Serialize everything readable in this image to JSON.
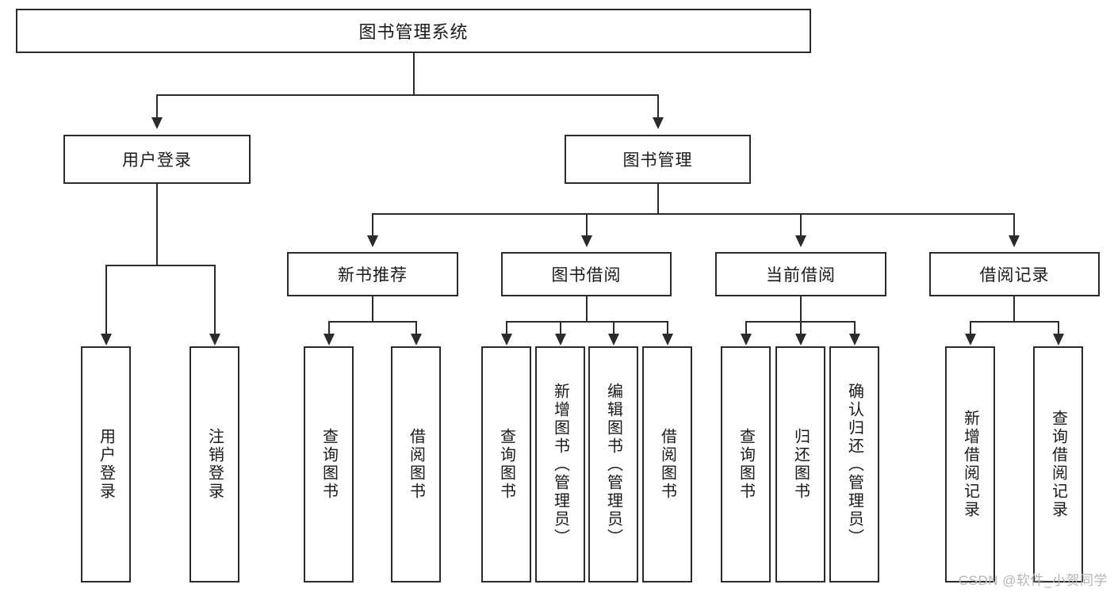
{
  "diagram": {
    "title": "图书管理系统",
    "root": {
      "label": "图书管理系统"
    },
    "level2": [
      {
        "label": "用户登录"
      },
      {
        "label": "图书管理"
      }
    ],
    "level3": [
      {
        "label": "新书推荐"
      },
      {
        "label": "图书借阅"
      },
      {
        "label": "当前借阅"
      },
      {
        "label": "借阅记录"
      }
    ],
    "leaves": {
      "user_login": [
        {
          "label": "用户登录"
        },
        {
          "label": "注销登录"
        }
      ],
      "new_book_recommend": [
        {
          "label": "查询图书"
        },
        {
          "label": "借阅图书"
        }
      ],
      "book_borrow": [
        {
          "label": "查询图书"
        },
        {
          "label": "新增图书（管理员）"
        },
        {
          "label": "编辑图书（管理员）"
        },
        {
          "label": "借阅图书"
        }
      ],
      "current_borrow": [
        {
          "label": "查询图书"
        },
        {
          "label": "归还图书"
        },
        {
          "label": "确认归还（管理员）"
        }
      ],
      "borrow_record": [
        {
          "label": "新增借阅记录"
        },
        {
          "label": "查询借阅记录"
        }
      ]
    }
  },
  "watermark": {
    "text": "CSDN @软件_小贺同学"
  },
  "colors": {
    "stroke": "#2b2b2b",
    "background": "#ffffff",
    "text": "#1a1a1a",
    "watermark": "#b6b6b6"
  }
}
